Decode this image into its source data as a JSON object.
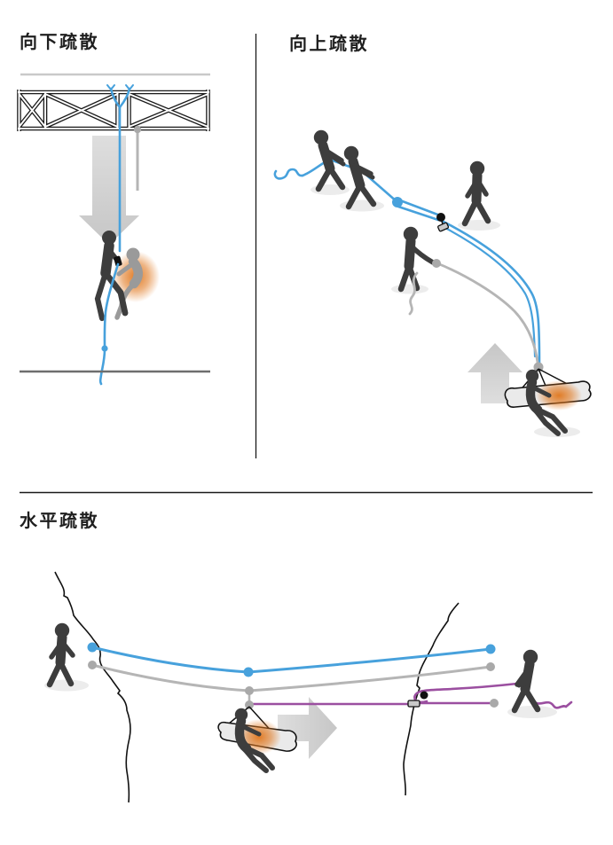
{
  "document": {
    "type": "rescue-evacuation-technique-illustration",
    "background": "#ffffff"
  },
  "panels": {
    "evacuate_down": {
      "title": "向下疏散"
    },
    "evacuate_up": {
      "title": "向上疏散"
    },
    "evacuate_horizontal": {
      "title": "水平疏散"
    }
  },
  "colors": {
    "page_bg": "#ffffff",
    "title_text": "#1f1f1f",
    "divider": "#1a1a1a",
    "rope_blue": "#47a1dc",
    "rope_gray": "#b5b5b5",
    "rope_purple": "#9b4fa0",
    "anchor_dot_gray": "#a9a9a9",
    "device_black": "#111111",
    "device_gray": "#c9c9c9",
    "figure_dark": "#3d3d3d",
    "figure_light": "#9a9a9a",
    "glow_orange": "#e0761c",
    "arrow_light": "#dedede",
    "arrow_dark": "#c6c6c6",
    "truss_line": "#1a1a1a",
    "ceiling_line": "#c9c9c9",
    "ground_line": "#6e6e6e",
    "cliff_line": "#111111",
    "stretcher_fill": "#eaeaea",
    "shadow": "#ececec"
  }
}
